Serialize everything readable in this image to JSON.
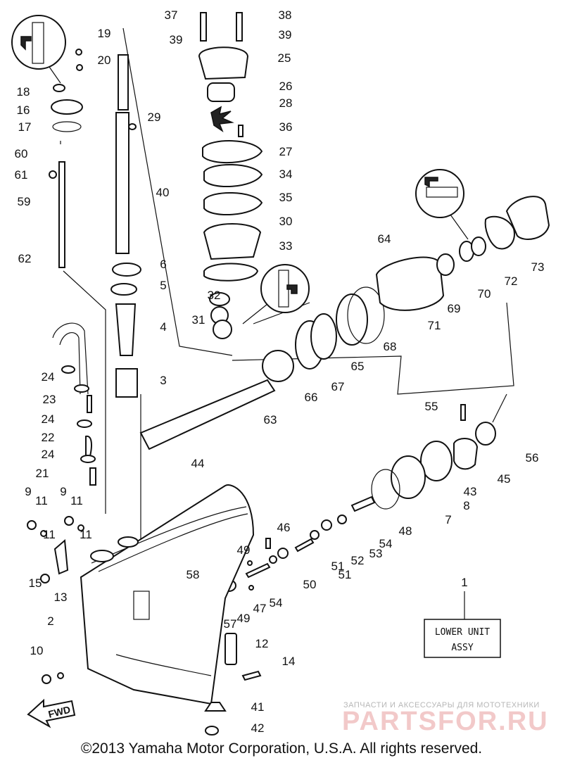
{
  "copyright": "©2013 Yamaha Motor Corporation, U.S.A. All rights reserved.",
  "watermark": {
    "tagline": "ЗАПЧАСТИ И АКСЕССУАРЫ ДЛЯ МОТОТЕХНИКИ",
    "brand": "PARTSFOR.RU"
  },
  "assembly_box": {
    "line1": "LOWER UNIT",
    "line2": "ASSY"
  },
  "fwd_label": "FWD",
  "part_numbers": [
    "1",
    "2",
    "3",
    "4",
    "5",
    "6",
    "7",
    "8",
    "9",
    "9",
    "10",
    "11",
    "11",
    "11",
    "11",
    "12",
    "13",
    "14",
    "15",
    "16",
    "17",
    "18",
    "19",
    "20",
    "21",
    "22",
    "23",
    "24",
    "24",
    "24",
    "25",
    "26",
    "27",
    "28",
    "29",
    "30",
    "31",
    "32",
    "33",
    "34",
    "35",
    "36",
    "37",
    "38",
    "39",
    "39",
    "40",
    "41",
    "42",
    "43",
    "44",
    "45",
    "46",
    "47",
    "48",
    "49",
    "49",
    "50",
    "51",
    "51",
    "52",
    "53",
    "54",
    "54",
    "55",
    "56",
    "57",
    "58",
    "59",
    "60",
    "61",
    "62",
    "63",
    "64",
    "65",
    "66",
    "67",
    "68",
    "69",
    "70",
    "71",
    "72",
    "73"
  ],
  "icons": [
    "grease-icon",
    "fwd-arrow-icon"
  ]
}
